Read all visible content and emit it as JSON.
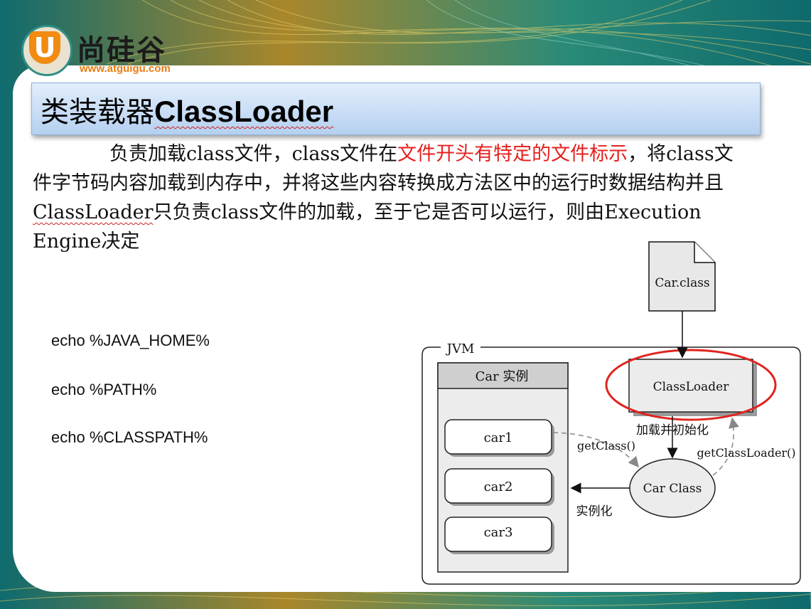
{
  "logo": {
    "mark": "U",
    "name": "尚硅谷",
    "url": "www.atguigu.com"
  },
  "title": {
    "cn": "类装载器",
    "en": "ClassLoader"
  },
  "body": {
    "seg1": "负责加载class文件，class文件在",
    "seg2_red": "文件开头有特定的文件标示",
    "seg3": "，将class文件字节码内容加载到内存中，并将这些内容转换成方法区中的运行时数据结构并且",
    "seg4_wavy": "ClassLoader",
    "seg5": "只负责class文件的加载，至于它是否可以运行，则由Execution Engine决定"
  },
  "commands": [
    "echo %JAVA_HOME%",
    "echo %PATH%",
    "echo %CLASSPATH%"
  ],
  "diagram": {
    "file": "Car.class",
    "jvm": "JVM",
    "instances_header": "Car 实例",
    "instances": [
      "car1",
      "car2",
      "car3"
    ],
    "classloader": "ClassLoader",
    "load_init": "加载并初始化",
    "car_class": "Car Class",
    "get_class": "getClass()",
    "get_classloader": "getClassLoader()",
    "instantiate": "实例化"
  },
  "colors": {
    "red_text": "#e5201e",
    "highlight_ring": "#e0241e",
    "logo_orange": "#f18b12",
    "bg_teal": "#0e6e6a"
  }
}
